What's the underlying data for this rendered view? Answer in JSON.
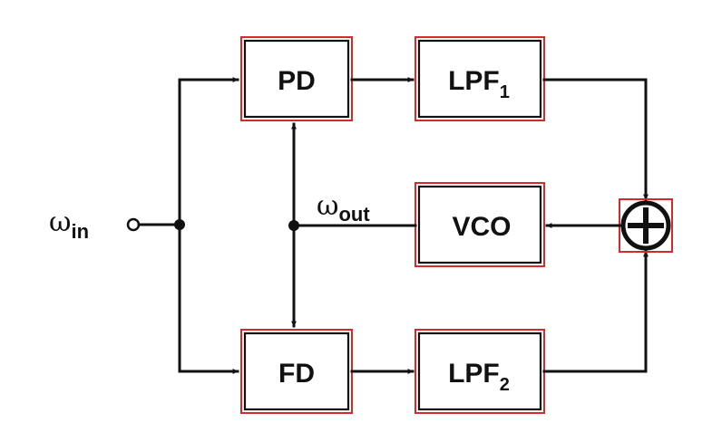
{
  "blocks": {
    "pd": "PD",
    "fd": "FD",
    "vco": "VCO",
    "lpf1": {
      "main": "LPF",
      "sub": "1"
    },
    "lpf2": {
      "main": "LPF",
      "sub": "2"
    }
  },
  "signals": {
    "input": {
      "symbol": "ω",
      "sub": "in"
    },
    "output": {
      "symbol": "ω",
      "sub": "out"
    }
  },
  "summer": {
    "symbol": "+"
  },
  "colors": {
    "block_border": "#d42a2a",
    "line": "#111111",
    "background": "#ffffff"
  }
}
